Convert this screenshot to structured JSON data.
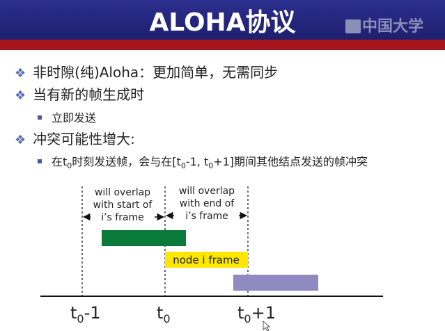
{
  "header": {
    "title": "ALOHA协议",
    "logo_text": "中国大学"
  },
  "bullets": [
    {
      "level": 1,
      "text": "非时隙(纯)Aloha：更加简单，无需同步"
    },
    {
      "level": 1,
      "text": "当有新的帧生成时"
    },
    {
      "level": 2,
      "text": "立即发送"
    },
    {
      "level": 1,
      "text": "冲突可能性增大:"
    },
    {
      "level": 2,
      "parts": {
        "a": "在t",
        "sub0": "0",
        "b": "时刻发送帧，会与在[t",
        "sub1": "0",
        "c": "-1, t",
        "sub2": "0",
        "d": "+1]期间其他结点发送的帧冲突"
      }
    }
  ],
  "diagram": {
    "left_note": [
      "will overlap",
      "with start of",
      "i’s frame"
    ],
    "right_note": [
      "will overlap",
      "with end of",
      "i’s frame"
    ],
    "frame_label": "node i frame",
    "axis_labels": [
      {
        "main": "t",
        "sub": "0",
        "suffix": "-1"
      },
      {
        "main": "t",
        "sub": "0",
        "suffix": ""
      },
      {
        "main": "t",
        "sub": "0",
        "suffix": "+1"
      }
    ],
    "colors": {
      "green_frame": "#0a7a3a",
      "yellow_frame": "#ffe600",
      "purple_frame": "#8f8abf"
    }
  }
}
